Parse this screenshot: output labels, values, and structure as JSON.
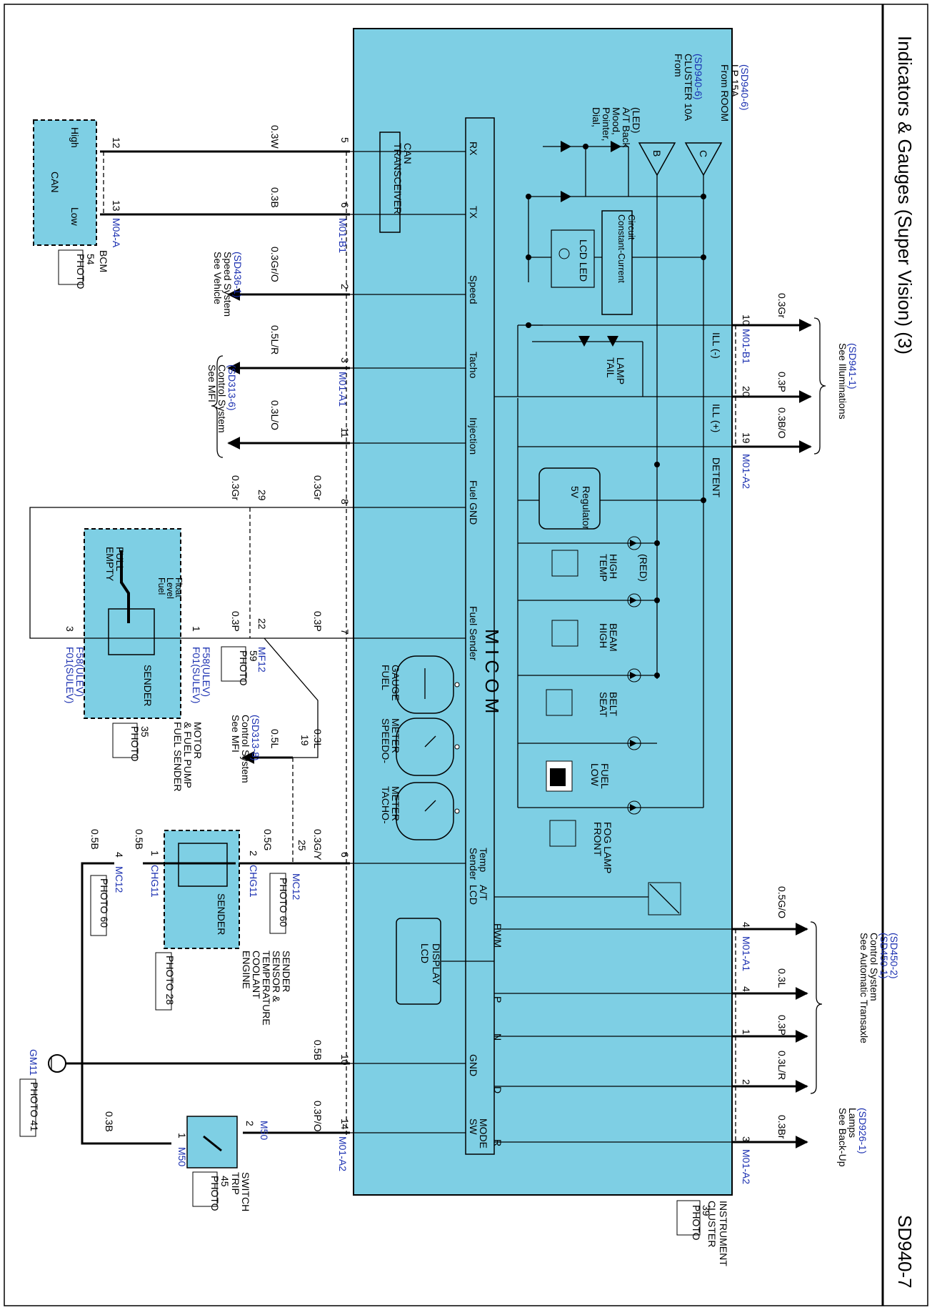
{
  "page": {
    "title": "Indicators & Gauges (Super Vision) (3)",
    "page_id": "SD940-7"
  },
  "cluster": {
    "label_lines": [
      "INSTRUMENT",
      "CLUSTER"
    ],
    "photo": [
      "PHOTO",
      "39"
    ],
    "micom": "M I C O M",
    "can_transceiver": [
      "CAN",
      "TRANSCEIVER"
    ],
    "constant_current": [
      "Constant-Current",
      "Circuit"
    ],
    "lcd_led": "LCD LED",
    "regulator": [
      "5V",
      "Regulator"
    ],
    "lcd_display": [
      "LCD",
      "DISPLAY"
    ],
    "from_room": [
      "From ROOM",
      "LP 15A",
      "(SD940-6)"
    ],
    "from_cluster": [
      "From",
      "CLUSTER 10A",
      "(SD940-6)"
    ],
    "dial_pointer": [
      "Dial,",
      "Pointer,",
      "Mood,",
      "A/T Back",
      "(LED)"
    ],
    "buffer_c": "C",
    "buffer_b": "B",
    "ill_minus": "ILL (-)",
    "ill_plus": "ILL (+)",
    "detent": "DETENT",
    "tail_lamp": [
      "TAIL",
      "LAMP"
    ],
    "temp_high": [
      "TEMP",
      "HIGH",
      "(RED)"
    ],
    "high_beam": [
      "HIGH",
      "BEAM"
    ],
    "seat_belt": [
      "SEAT",
      "BELT"
    ],
    "low_fuel": [
      "LOW",
      "FUEL"
    ],
    "front_fog": [
      "FRONT",
      "FOG LAMP"
    ],
    "fuel_gauge": [
      "FUEL",
      "GAUGE"
    ],
    "speedometer": [
      "SPEEDO-",
      "METER"
    ],
    "tachometer": [
      "TACHO-",
      "METER"
    ],
    "micom_pins": {
      "rx": "RX",
      "tx": "TX",
      "speed": "Speed",
      "tacho": "Tacho",
      "injection": "Injection",
      "fuel_gnd": "Fuel GND",
      "fuel_sender": "Fuel Sender",
      "temp_sender": [
        "Temp",
        "Sender"
      ],
      "at_lcd": [
        "A/T",
        "LCD"
      ],
      "pwm": "PWM",
      "p": "P",
      "n": "N",
      "gnd": "GND",
      "d": "D",
      "mode_sw": [
        "MODE",
        "SW"
      ],
      "r": "R"
    }
  },
  "left_side": {
    "bcm": {
      "label": "BCM",
      "photo": [
        "PHOTO",
        "54"
      ],
      "can": "CAN",
      "high": "High",
      "low": "Low",
      "conn": "M04-A",
      "pin_high": "12",
      "pin_low": "13"
    },
    "wire_can_high": "0.3W",
    "wire_can_low": "0.3B",
    "pin_rx": "5",
    "pin_tx": "6",
    "conn_m01_b1": "M01-B1",
    "speed_ref": [
      "See Vehicle",
      "Speed System",
      "(SD436-1)"
    ],
    "wire_speed": "0.3Gr/O",
    "pin_speed": "2",
    "mfi_ref": [
      "See MFI",
      "Control System",
      "(SD313-6)"
    ],
    "wire_tacho": "0.5L/R",
    "pin_tacho": "3",
    "conn_m01_a1": "M01-A1",
    "wire_inj": "0.3L/O",
    "pin_inj": "11",
    "wire_fuelgnd": "0.3Gr",
    "wire_fuelgnd_l": "0.3Gr",
    "pin_fuelgnd": "8",
    "pin_mf29": "29",
    "fuel_sender": {
      "float": [
        "Fuel",
        "Level",
        "Float"
      ],
      "full": "FULL",
      "empty": "EMPTY",
      "sender": "SENDER",
      "label": [
        "FUEL SENDER",
        "& FUEL PUMP",
        "MOTOR"
      ],
      "photo": [
        "PHOTO",
        "35"
      ]
    },
    "pin_f01_3": "3",
    "pin_f01_1": "1",
    "conn_f01_a": [
      "F01(SULEV)",
      "F58(ULEV)"
    ],
    "conn_f01_b": [
      "F01(SULEV)",
      "F58(ULEV)"
    ],
    "wire_fs_l": "0.3P",
    "wire_fs_r": "0.3P",
    "pin_mf22": "22",
    "pin_fs": "7",
    "conn_mf12": "MF12",
    "photo_59": [
      "PHOTO",
      "59"
    ],
    "mfi_ref2": [
      "See MFI",
      "Control System",
      "(SD313-8)"
    ],
    "wire_05l": "0.5L",
    "wire_03l": "0.3L",
    "pin_19": "19",
    "wire_temp": "0.3G/Y",
    "pin_temp": "6",
    "pin_mc25": "25",
    "conn_mc12": "MC12",
    "photo_60a": "PHOTO 60",
    "wire_05g": "0.5G",
    "pin_chg2": "2",
    "conn_chg11a": "CHG11",
    "coolant": {
      "sender": "SENDER",
      "label": [
        "ENGINE",
        "COOLANT",
        "TEMPERATURE",
        "SENSOR &",
        "SENDER"
      ],
      "photo": "PHOTO 28"
    },
    "pin_chg1": "1",
    "conn_chg11b": "CHG11",
    "wire_05b_a": "0.5B",
    "pin_mc4": "4",
    "conn_mc12b": "MC12",
    "photo_60b": "PHOTO 60",
    "wire_05b_b": "0.5B",
    "wire_gnd": "0.5B",
    "pin_gnd": "10",
    "ground": {
      "conn": "GM11",
      "photo": "PHOTO 41"
    },
    "wire_mode": "0.3P/O",
    "pin_mode": "14",
    "conn_m01_a2": "M01-A2",
    "wire_03b": "0.3B",
    "trip": {
      "pin1": "1",
      "pin2": "2",
      "conn1": "M50",
      "conn2": "M50",
      "label": [
        "TRIP",
        "SWITCH"
      ],
      "photo": [
        "PHOTO",
        "45"
      ]
    }
  },
  "right_side": {
    "illum_ref": [
      "See Illuminations",
      "(SD941-1)"
    ],
    "wire_ill_minus": "0.3Gr",
    "pin_10": "10",
    "conn_m01_b1": "M01-B1",
    "pin_20": "20",
    "wire_ill_plus": "0.3P",
    "wire_detent": "0.3B/O",
    "pin_19": "19",
    "conn_m01_a2": "M01-A2",
    "atm_ref": [
      "See Automatic Transaxle",
      "Control System",
      "(SD450-1)",
      "(SD450-2)"
    ],
    "wire_pwm": "0.5G/O",
    "pin_pwm": "4",
    "conn_m01_a1": "M01-A1",
    "wire_p": "0.3L",
    "pin_p": "4",
    "wire_n": "0.3P",
    "pin_n": "1",
    "wire_d": "0.3L/R",
    "pin_d": "2",
    "backup_ref": [
      "See Back-Up",
      "Lamps",
      "(SD926-1)"
    ],
    "wire_r": "0.3Br",
    "pin_r": "3",
    "conn_m01_a2b": "M01-A2"
  }
}
